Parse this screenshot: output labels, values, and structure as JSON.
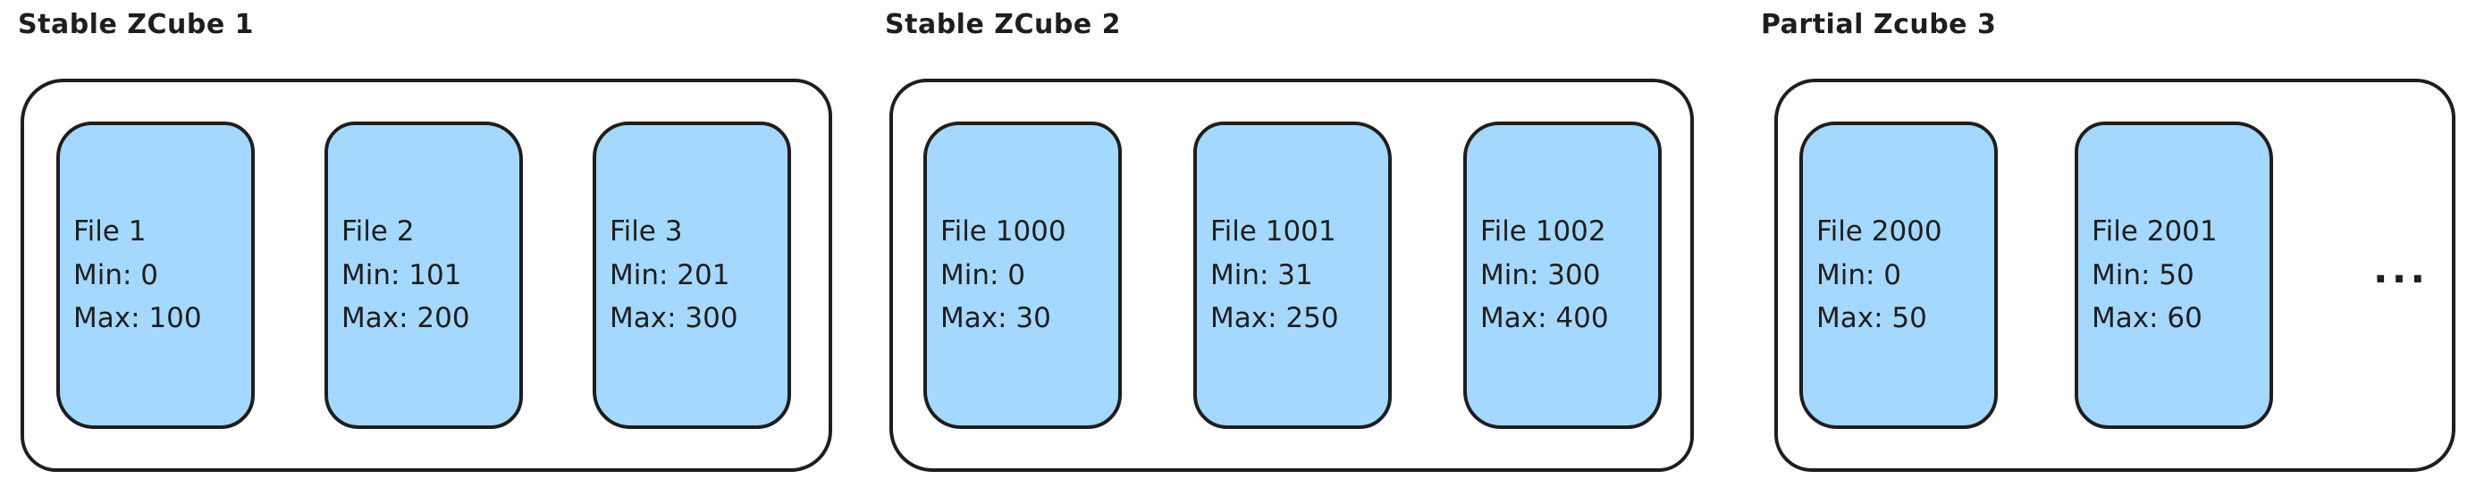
{
  "colors": {
    "file_fill": "#a5d8ff",
    "stroke": "#1e1e1e",
    "background": "#ffffff"
  },
  "groups": [
    {
      "title": "Stable ZCube 1",
      "files": [
        {
          "name": "File 1",
          "min": "Min: 0",
          "max": "Max: 100"
        },
        {
          "name": "File 2",
          "min": "Min: 101",
          "max": "Max: 200"
        },
        {
          "name": "File 3",
          "min": "Min: 201",
          "max": "Max: 300"
        }
      ]
    },
    {
      "title": "Stable ZCube 2",
      "files": [
        {
          "name": "File 1000",
          "min": "Min: 0",
          "max": "Max: 30"
        },
        {
          "name": "File 1001",
          "min": "Min: 31",
          "max": "Max: 250"
        },
        {
          "name": "File 1002",
          "min": "Min: 300",
          "max": "Max: 400"
        }
      ]
    },
    {
      "title": "Partial Zcube 3",
      "ellipsis": "...",
      "files": [
        {
          "name": "File 2000",
          "min": "Min: 0",
          "max": "Max: 50"
        },
        {
          "name": "File 2001",
          "min": "Min: 50",
          "max": "Max: 60"
        }
      ]
    }
  ]
}
